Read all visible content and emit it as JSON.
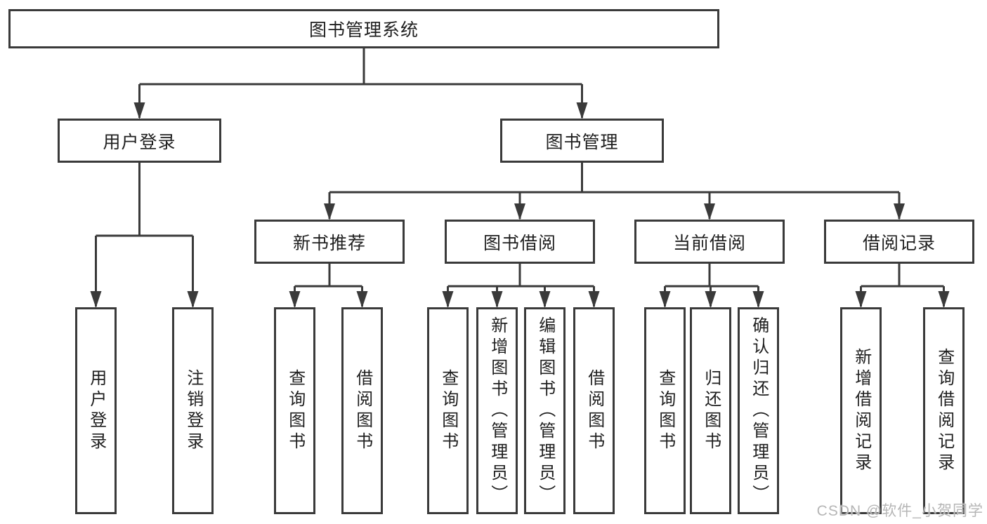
{
  "tree": {
    "root": {
      "label": "图书管理系统"
    },
    "branches": [
      {
        "label": "用户登录",
        "children": [
          {
            "label": "用户登录"
          },
          {
            "label": "注销登录"
          }
        ]
      },
      {
        "label": "图书管理",
        "children": [
          {
            "label": "新书推荐",
            "children": [
              {
                "label": "查询图书"
              },
              {
                "label": "借阅图书"
              }
            ]
          },
          {
            "label": "图书借阅",
            "children": [
              {
                "label": "查询图书"
              },
              {
                "label": "新增图书（管理员）"
              },
              {
                "label": "编辑图书（管理员）"
              },
              {
                "label": "借阅图书"
              }
            ]
          },
          {
            "label": "当前借阅",
            "children": [
              {
                "label": "查询图书"
              },
              {
                "label": "归还图书"
              },
              {
                "label": "确认归还（管理员）"
              }
            ]
          },
          {
            "label": "借阅记录",
            "children": [
              {
                "label": "新增借阅记录"
              },
              {
                "label": "查询借阅记录"
              }
            ]
          }
        ]
      }
    ]
  },
  "watermark": {
    "text": "CSDN @软件_小贺同学",
    "color": "#b6b6b6"
  },
  "colors": {
    "line": "#3a3a3a",
    "box_border": "#3a3a3a",
    "box_fill": "#ffffff",
    "text": "#1f1f1f"
  }
}
